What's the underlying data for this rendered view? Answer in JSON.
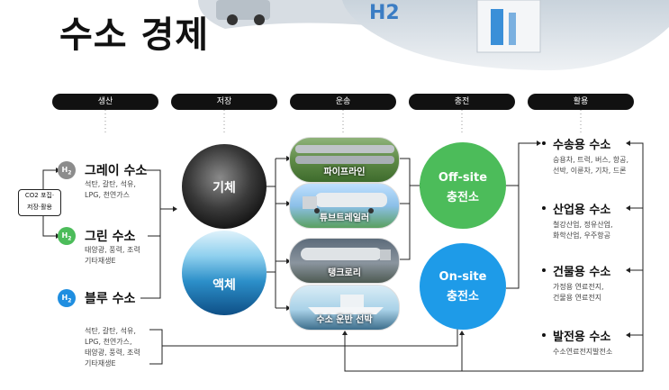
{
  "header": {
    "title": "수소 경제",
    "sign_text": "H2"
  },
  "stages": [
    "생산",
    "저장",
    "운송",
    "충전",
    "활용"
  ],
  "production": {
    "co2_box": [
      "CO2 포집·",
      "저장·활용"
    ],
    "gray": {
      "badge": "H2",
      "label": "그레이 수소",
      "desc": [
        "석탄, 갈탄, 석유,",
        "LPG, 천연가스"
      ],
      "color": "#8c8c8c"
    },
    "green": {
      "badge": "H2",
      "label": "그린 수소",
      "desc": [
        "태양광, 풍력, 조력",
        "기타재생E"
      ],
      "color": "#4cbc5a"
    },
    "blue": {
      "badge": "H2",
      "label": "블루 수소",
      "desc": [],
      "color": "#1f8ee0"
    },
    "bottom_desc": [
      "석탄, 갈탄, 석유,",
      "LPG, 천연가스,",
      "태양광, 풍력, 조력",
      "기타재생E"
    ]
  },
  "storage": {
    "gas": "기체",
    "liquid": "액체"
  },
  "transport": [
    "파이프라인",
    "튜브트레일러",
    "탱크로리",
    "수소 운반 선박"
  ],
  "charging": {
    "offsite": [
      "Off-site",
      "충전소"
    ],
    "onsite": [
      "On-site",
      "충전소"
    ],
    "offsite_color": "#4cbc5a",
    "onsite_color": "#1e9be8"
  },
  "usage": [
    {
      "title": "수송용 수소",
      "desc": [
        "승용차, 트럭, 버스, 항공,",
        "선박, 이륜차, 기차, 드론"
      ]
    },
    {
      "title": "산업용 수소",
      "desc": [
        "철강산업, 정유산업,",
        "화학산업, 우주항공"
      ]
    },
    {
      "title": "건물용 수소",
      "desc": [
        "가정용 연료전지,",
        "건물용 연료전지"
      ]
    },
    {
      "title": "발전용 수소",
      "desc": [
        "수소연료전지발전소"
      ]
    }
  ]
}
